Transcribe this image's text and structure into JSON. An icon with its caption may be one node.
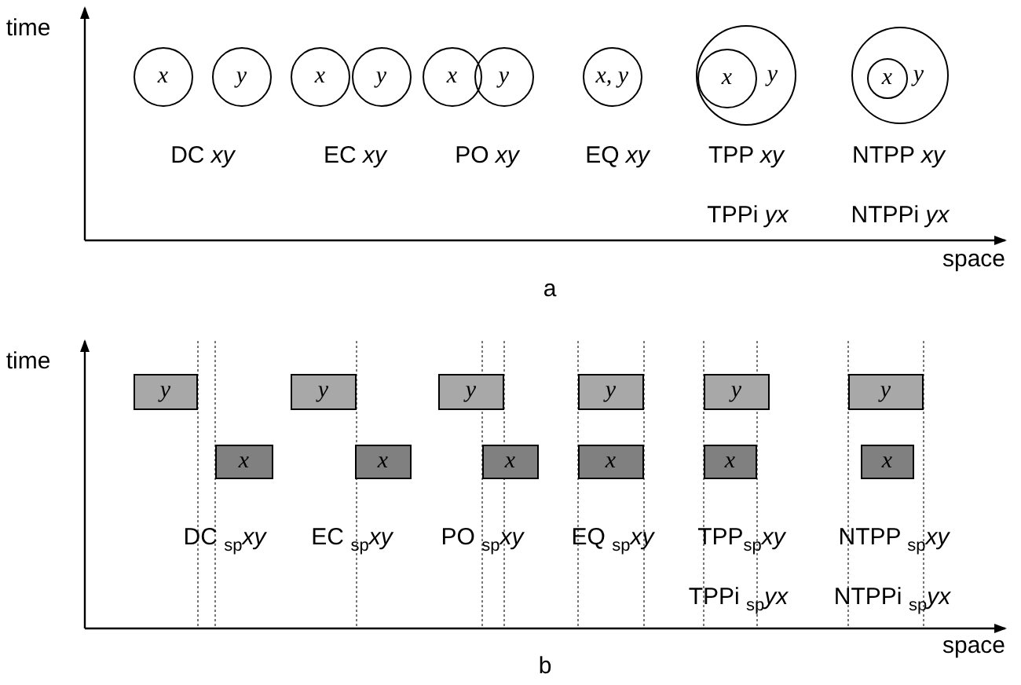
{
  "diagram": {
    "nodes": [
      {
        "text": [
          "x"
        ]
      },
      {
        "text": [
          "y"
        ]
      },
      {
        "text": [
          "x"
        ]
      },
      {
        "text": [
          "y"
        ]
      },
      {
        "text": [
          "x"
        ]
      },
      {
        "text": [
          "y"
        ]
      },
      {
        "text": [
          "x, y"
        ]
      },
      {
        "text": [
          "y"
        ]
      },
      {
        "text": [
          "x"
        ],
        "in": 7
      },
      {
        "text": [
          "y"
        ]
      },
      {
        "text": [
          "x"
        ],
        "in": 9
      },
      {
        "text": [
          "y"
        ]
      },
      {
        "text": [
          "y"
        ]
      },
      {
        "text": [
          "y"
        ]
      },
      {
        "text": [
          "y"
        ]
      },
      {
        "text": [
          "y"
        ]
      },
      {
        "text": [
          "y"
        ]
      },
      {
        "text": [
          "x"
        ]
      },
      {
        "text": [
          "x"
        ]
      },
      {
        "text": [
          "x"
        ]
      },
      {
        "text": [
          "x"
        ]
      },
      {
        "text": [
          "x"
        ]
      },
      {
        "text": [
          "x"
        ]
      }
    ],
    "labels": [
      "time",
      "DC *xy*",
      "EC *xy*",
      "PO *xy*",
      "EQ *xy*",
      "TPP *xy*",
      "NTPP *xy*",
      "TPPi *yx*",
      "NTPPi *yx*",
      "space",
      "a",
      "time",
      "DC $_{sp}$*xy*",
      "EC $_{sp}$*xy*",
      "PO $_{sp}$*xy*",
      "EQ $_{sp}$*xy*",
      "TPP$_{sp}$*xy*",
      "NTPP $_{sp}$*xy*",
      "TPPi $_{sp}$*yx*",
      "NTPPi $_{sp}$*yx*",
      "space",
      "b"
    ]
  }
}
